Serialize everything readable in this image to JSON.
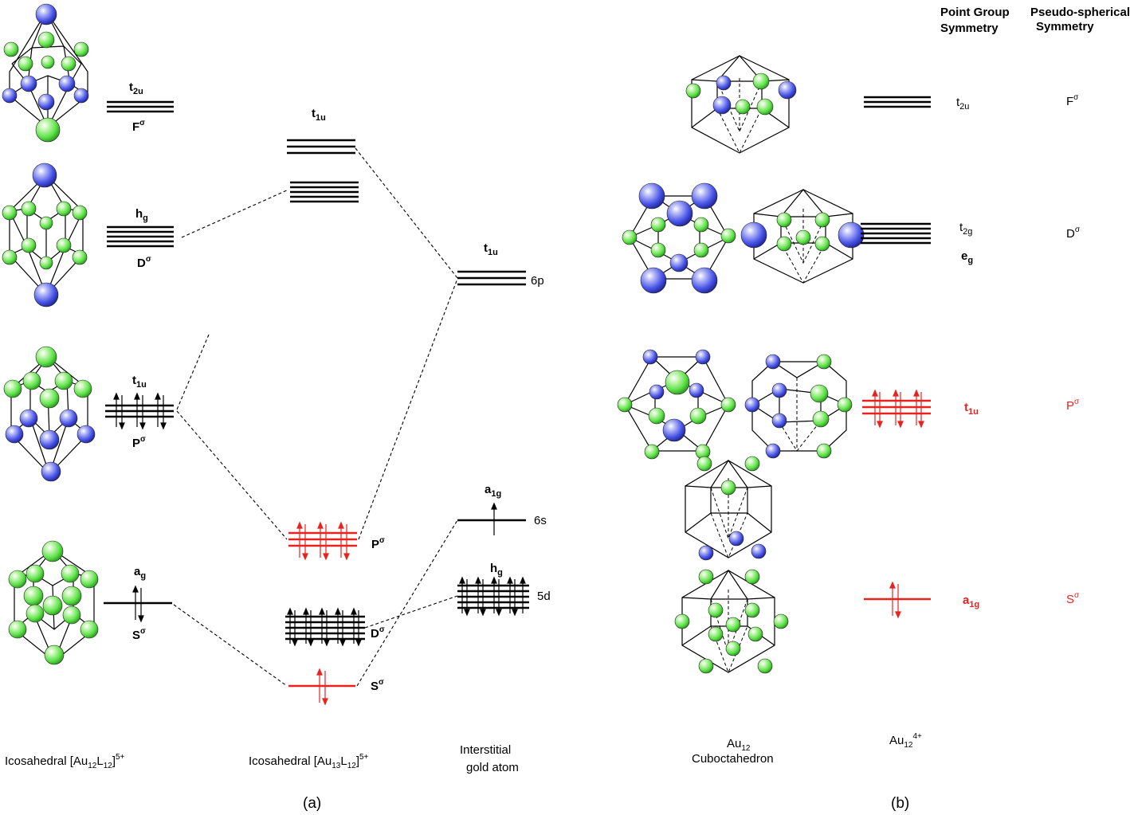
{
  "colors": {
    "green_atom": "#5fe34a",
    "blue_atom": "#4a56e8",
    "red_level": "#e8231e",
    "line": "#000000"
  },
  "panel_a": {
    "tag": "(a)",
    "col1": {
      "caption": "Icosahedral [Au",
      "caption_sub": "12",
      "caption_mid": "L",
      "caption_sub2": "12",
      "caption_end": "]",
      "caption_sup": "5+",
      "levels": [
        {
          "sym": "t",
          "sym_sub": "2u",
          "shell": "F",
          "shell_sup": "σ"
        },
        {
          "sym": "h",
          "sym_sub": "g",
          "shell": "D",
          "shell_sup": "σ"
        },
        {
          "sym": "t",
          "sym_sub": "1u",
          "shell": "P",
          "shell_sup": "σ"
        },
        {
          "sym": "a",
          "sym_sub": "g",
          "shell": "S",
          "shell_sup": "σ"
        }
      ]
    },
    "col2": {
      "caption": "Icosahedral [Au",
      "caption_sub": "13",
      "caption_mid": "L",
      "caption_sub2": "12",
      "caption_end": "]",
      "caption_sup": "5+",
      "top_sym": "t",
      "top_sym_sub": "1u",
      "shells": [
        {
          "shell": "P",
          "shell_sup": "σ"
        },
        {
          "shell": "D",
          "shell_sup": "σ"
        },
        {
          "shell": "S",
          "shell_sup": "σ"
        }
      ]
    },
    "col3": {
      "caption_line1": "Interstitial",
      "caption_line2": "gold atom",
      "levels": [
        {
          "sym": "t",
          "sym_sub": "1u",
          "orbital": "6p"
        },
        {
          "sym": "a",
          "sym_sub": "1g",
          "orbital": "6s"
        },
        {
          "sym": "h",
          "sym_sub": "g",
          "orbital": "5d"
        }
      ]
    }
  },
  "panel_b": {
    "tag": "(b)",
    "header_point_group_1": "Point Group",
    "header_point_group_2": "Symmetry",
    "header_pseudo_1": "Pseudo-spherical",
    "header_pseudo_2": "Symmetry",
    "cubo_caption_1": "Au",
    "cubo_caption_1_sub": "12",
    "cubo_caption_2": "Cuboctahedron",
    "ion_caption": "Au",
    "ion_caption_sub": "12",
    "ion_caption_sup": "4+",
    "rows": [
      {
        "pg": "t",
        "pg_sub": "2u",
        "ps": "F",
        "ps_sup": "σ"
      },
      {
        "pg": "t",
        "pg_sub": "2g",
        "pg2": "e",
        "pg2_sub": "g",
        "ps": "D",
        "ps_sup": "σ"
      },
      {
        "pg": "t",
        "pg_sub": "1u",
        "ps": "P",
        "ps_sup": "σ"
      },
      {
        "pg": "a",
        "pg_sub": "1g",
        "ps": "S",
        "ps_sup": "σ"
      }
    ]
  }
}
